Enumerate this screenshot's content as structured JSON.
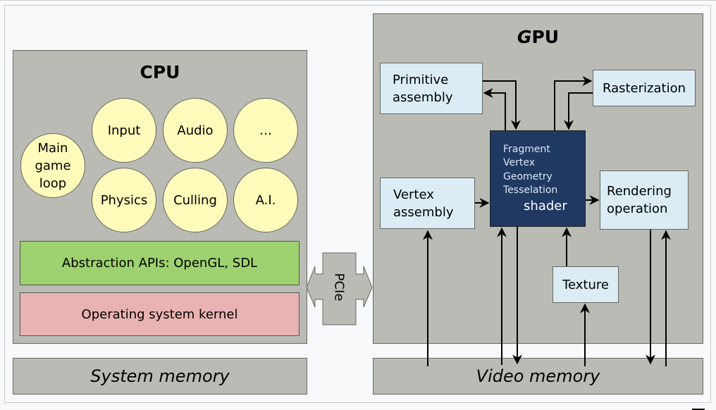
{
  "cpu": {
    "title": "CPU",
    "main_loop": "Main\ngame\nloop",
    "tasks": [
      "Input",
      "Audio",
      "…",
      "Physics",
      "Culling",
      "A.I."
    ],
    "apis": "Abstraction APIs: OpenGL, SDL",
    "kernel": "Operating system kernel"
  },
  "system_memory": "System memory",
  "bus": "PCIe",
  "gpu": {
    "title": "GPU",
    "primitive_assembly": "Primitive\nassembly",
    "rasterization": "Rasterization",
    "vertex_assembly": "Vertex\nassembly",
    "shader_types": [
      "Fragment",
      "Vertex",
      "Geometry",
      "Tesselation"
    ],
    "shader": "shader",
    "rendering_operation": "Rendering\noperation",
    "texture": "Texture"
  },
  "video_memory": "Video memory",
  "colors": {
    "panel": "#babbb4",
    "circle": "#fefbbb",
    "apis": "#9ed16f",
    "kernel": "#e8b3b2",
    "box": "#dbecf4",
    "shader": "#203963"
  }
}
